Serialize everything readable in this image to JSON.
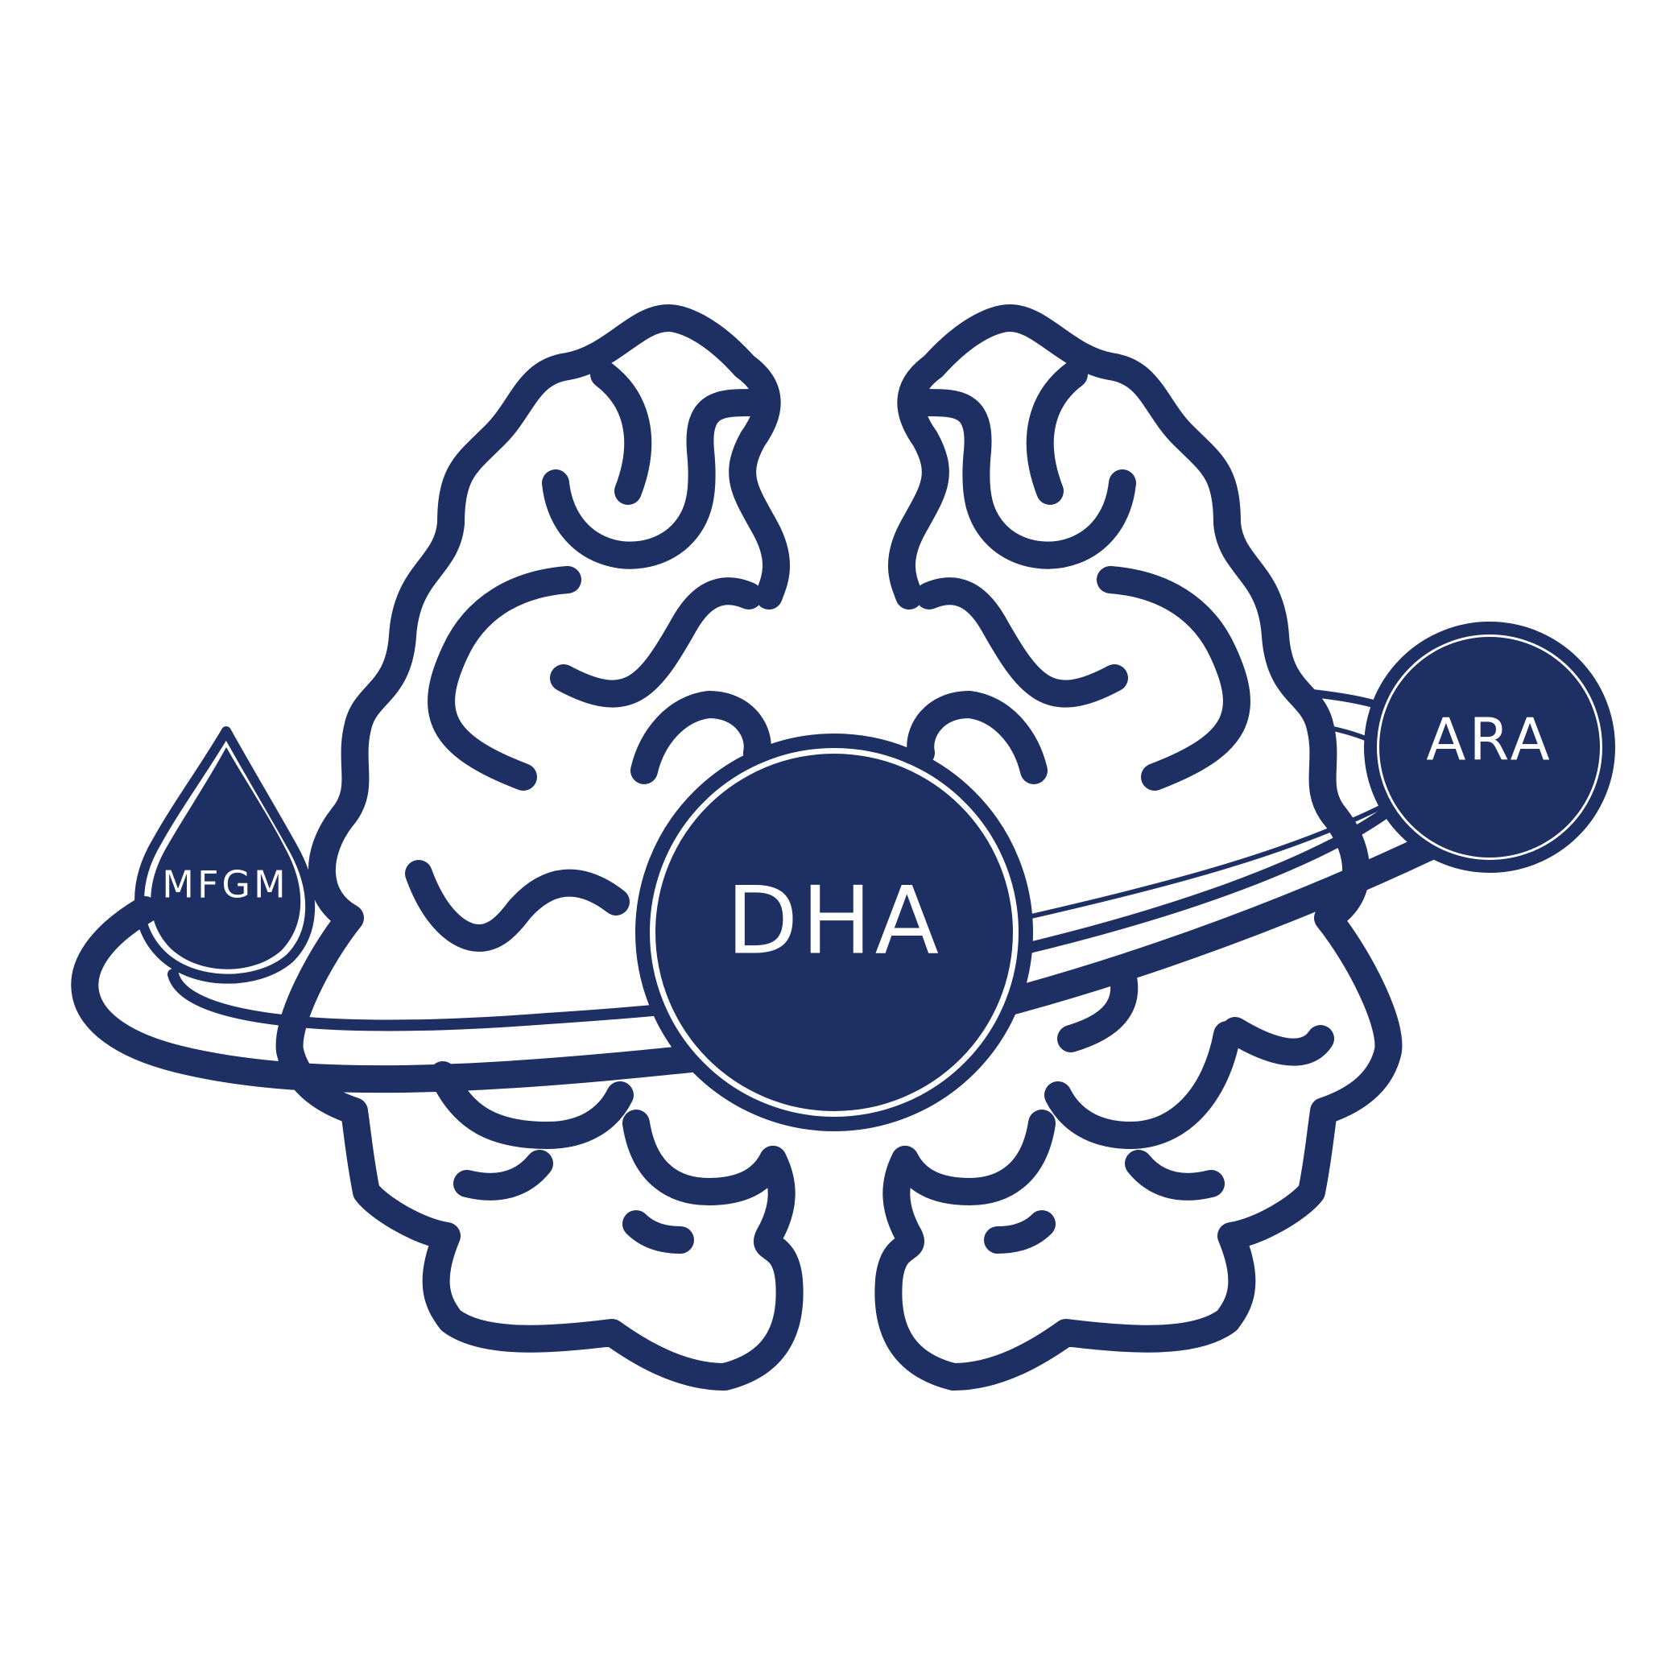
{
  "labels": {
    "center": "DHA",
    "left": "MFGM",
    "right": "ARA"
  },
  "colors": {
    "primary": "#1d2f63",
    "background": "#ffffff"
  }
}
